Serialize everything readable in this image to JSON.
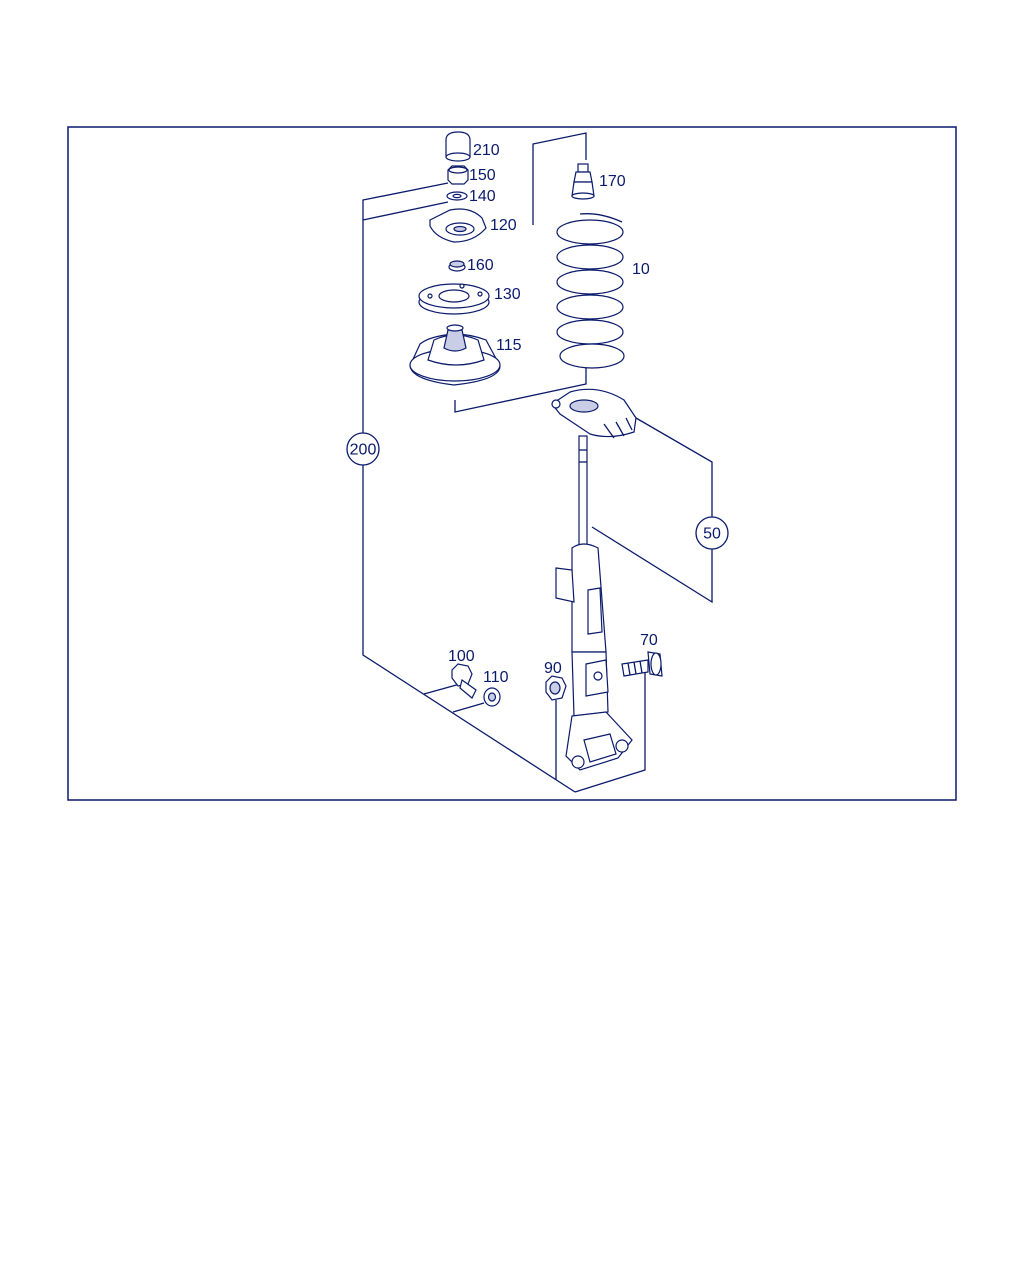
{
  "colors": {
    "line": "#0a1a6b",
    "shade": "#c9cde6",
    "background": "#ffffff"
  },
  "parts": {
    "p210": "210",
    "p150": "150",
    "p140": "140",
    "p120": "120",
    "p160": "160",
    "p130": "130",
    "p115": "115",
    "p170": "170",
    "p10": "10",
    "p70": "70",
    "p90": "90",
    "p100": "100",
    "p110": "110"
  },
  "groups": {
    "g200": "200",
    "g50": "50"
  }
}
